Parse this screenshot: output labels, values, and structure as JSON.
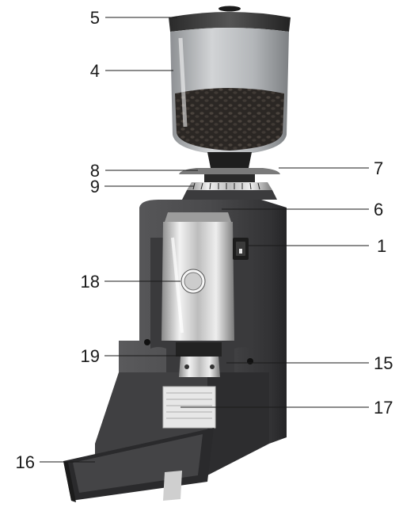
{
  "callouts": [
    {
      "id": "5",
      "label": "5"
    },
    {
      "id": "4",
      "label": "4"
    },
    {
      "id": "8",
      "label": "8"
    },
    {
      "id": "7",
      "label": "7"
    },
    {
      "id": "9",
      "label": "9"
    },
    {
      "id": "6",
      "label": "6"
    },
    {
      "id": "1",
      "label": "1"
    },
    {
      "id": "18",
      "label": "18"
    },
    {
      "id": "19",
      "label": "19"
    },
    {
      "id": "15",
      "label": "15"
    },
    {
      "id": "17",
      "label": "17"
    },
    {
      "id": "16",
      "label": "16"
    }
  ],
  "colors": {
    "body": "#4a4a4c",
    "body_dark": "#2e2e30",
    "hopper": "#b9bcbf",
    "beans": "#2b2724",
    "chrome": "#d6d6d6",
    "line": "#1a1a1a"
  }
}
